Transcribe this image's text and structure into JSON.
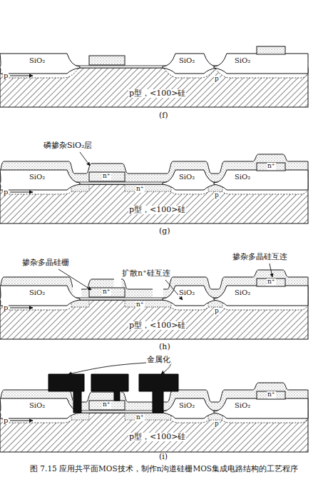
{
  "diagram": {
    "caption": "图 7.15 应用共平面MOS技术，制作n沟道硅栅MOS集成电路结构的工艺程序",
    "labels": [
      "SiO₂",
      "SiO₂",
      "SiO₂",
      "p",
      "p",
      "p型，<100>硅",
      "(f)",
      "磷掺杂SiO₂层",
      "n⁺",
      "n⁺",
      "SiO₂",
      "SiO₂",
      "SiO₂",
      "n⁺",
      "p",
      "p",
      "p型，<100>硅",
      "(g)",
      "掺杂多晶硅栅",
      "扩散n⁺硅互连",
      "掺杂多晶硅互连",
      "n⁺",
      "n⁺",
      "SiO₂",
      "SiO₂",
      "SiO₂",
      "n⁺",
      "p",
      "p",
      "p型，<100>硅",
      "(h)",
      "金属化",
      "n⁺",
      "n⁺",
      "SiO₂",
      "SiO₂",
      "SiO₂",
      "n⁺",
      "p",
      "p",
      "p型，<100>硅",
      "(i)"
    ]
  }
}
